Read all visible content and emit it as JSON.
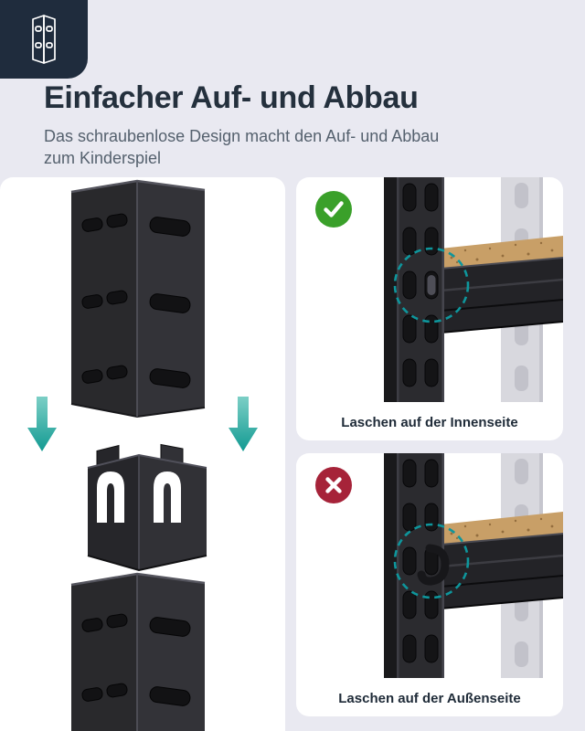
{
  "header": {
    "title": "Einfacher Auf- und Abbau",
    "subtitle_line1": "Das schraubenlose Design macht den Auf- und Abbau",
    "subtitle_line2": "zum Kinderspiel"
  },
  "panels": {
    "correct": {
      "caption": "Laschen auf der Innenseite",
      "status": "correct",
      "status_icon": "check-icon",
      "status_color": "#3aa02a"
    },
    "wrong": {
      "caption": "Laschen auf der Außenseite",
      "status": "wrong",
      "status_icon": "cross-icon",
      "status_color": "#a62339"
    }
  },
  "colors": {
    "background": "#e9e9f1",
    "badge_background": "#1f2c3d",
    "title_text": "#24303d",
    "subtitle_text": "#55616e",
    "panel_background": "#ffffff",
    "teal_accent": "#0e969c",
    "arrow_teal": "#129a92",
    "post_dark": "#2b2b2f",
    "wood_edge": "#c89f67",
    "light_post": "#d8d8de"
  },
  "icons": {
    "badge": "corner-post-icon",
    "left_panel_arrows": "down-arrow-icon",
    "highlight": "dashed-circle-icon"
  }
}
